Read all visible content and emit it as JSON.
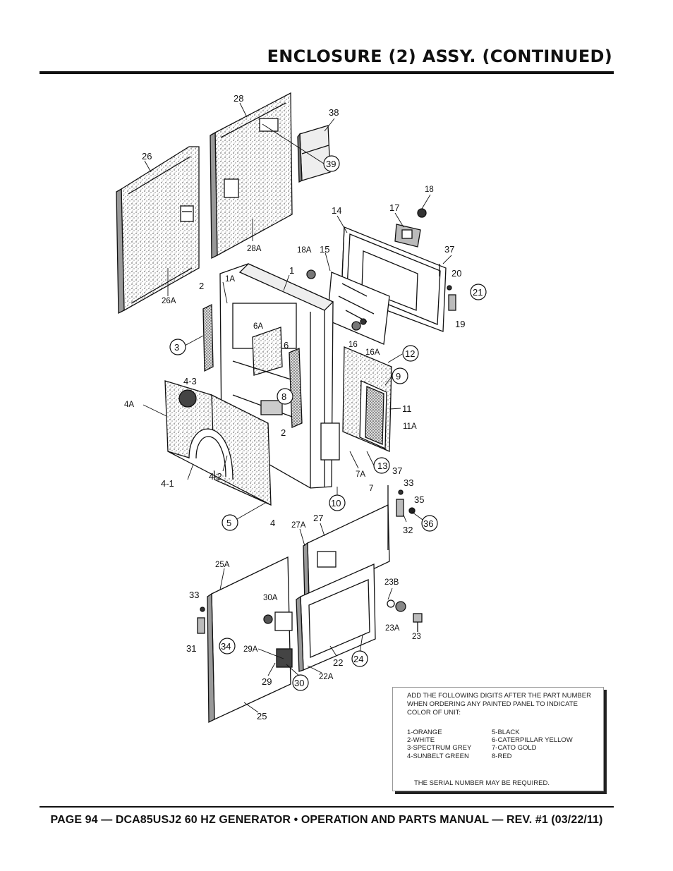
{
  "header": {
    "title": "ENCLOSURE (2) ASSY. (CONTINUED)"
  },
  "footer": {
    "text": "PAGE 94 — DCA85USJ2 60 HZ GENERATOR • OPERATION AND PARTS MANUAL — REV. #1 (03/22/11)"
  },
  "callouts": {
    "c26": "26",
    "c26A": "26A",
    "c28": "28",
    "c28A": "28A",
    "c38": "38",
    "c39": "39",
    "c18": "18",
    "c17": "17",
    "c14": "14",
    "c18A": "18A",
    "c15": "15",
    "c37a": "37",
    "c20": "20",
    "c21": "21",
    "c19": "19",
    "c1A": "1A",
    "c1": "1",
    "c2a": "2",
    "c6A": "6A",
    "c6": "6",
    "c16": "16",
    "c16A": "16A",
    "c12": "12",
    "c9": "9",
    "c3": "3",
    "c4_3": "4-3",
    "c8": "8",
    "c4A": "4A",
    "c11": "11",
    "c11A": "11A",
    "c2b": "2",
    "c13": "13",
    "c7A": "7A",
    "c7": "7",
    "c4_1": "4-1",
    "c4_2": "4-2",
    "c37b": "37",
    "c33a": "33",
    "c35": "35",
    "c36": "36",
    "c32": "32",
    "c10": "10",
    "c5": "5",
    "c4": "4",
    "c27A": "27A",
    "c27": "27",
    "c25A": "25A",
    "c23B": "23B",
    "c33b": "33",
    "c30A": "30A",
    "c34": "34",
    "c31": "31",
    "c29A": "29A",
    "c23A": "23A",
    "c23": "23",
    "c22": "22",
    "c24": "24",
    "c29": "29",
    "c30": "30",
    "c22A": "22A",
    "c25": "25"
  },
  "note": {
    "intro": "ADD THE FOLLOWING DIGITS AFTER THE PART NUMBER WHEN ORDERING ANY PAINTED PANEL TO INDICATE COLOR OF UNIT:",
    "colors_left": [
      "1-ORANGE",
      "2-WHITE",
      "3-SPECTRUM GREY",
      "4-SUNBELT GREEN"
    ],
    "colors_right": [
      "5-BLACK",
      "6-CATERPILLAR YELLOW",
      "7-CATO GOLD",
      "8-RED"
    ],
    "serial": "THE SERIAL NUMBER MAY BE REQUIRED."
  }
}
